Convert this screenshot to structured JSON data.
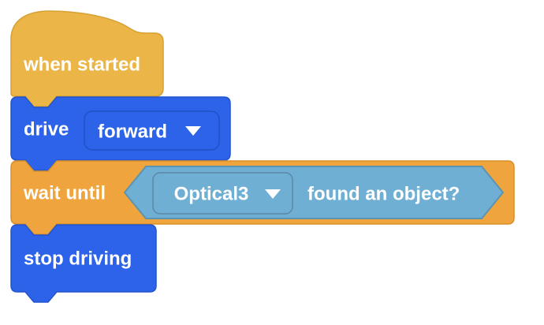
{
  "palette": {
    "events_gold": "#ebb547",
    "drivetrain_blue": "#2d63e8",
    "control_orange": "#efa43e",
    "sensing_lightblue": "#70afd4",
    "label_white": "#ffffff"
  },
  "blocks": {
    "when_started": {
      "label": "when started"
    },
    "drive": {
      "label": "drive",
      "direction_dropdown": {
        "value": "forward",
        "icon": "caret-down"
      }
    },
    "wait_until": {
      "label": "wait until",
      "condition": {
        "sensor_dropdown": {
          "value": "Optical3",
          "icon": "caret-down"
        },
        "label": "found an object?"
      }
    },
    "stop_driving": {
      "label": "stop driving"
    }
  }
}
